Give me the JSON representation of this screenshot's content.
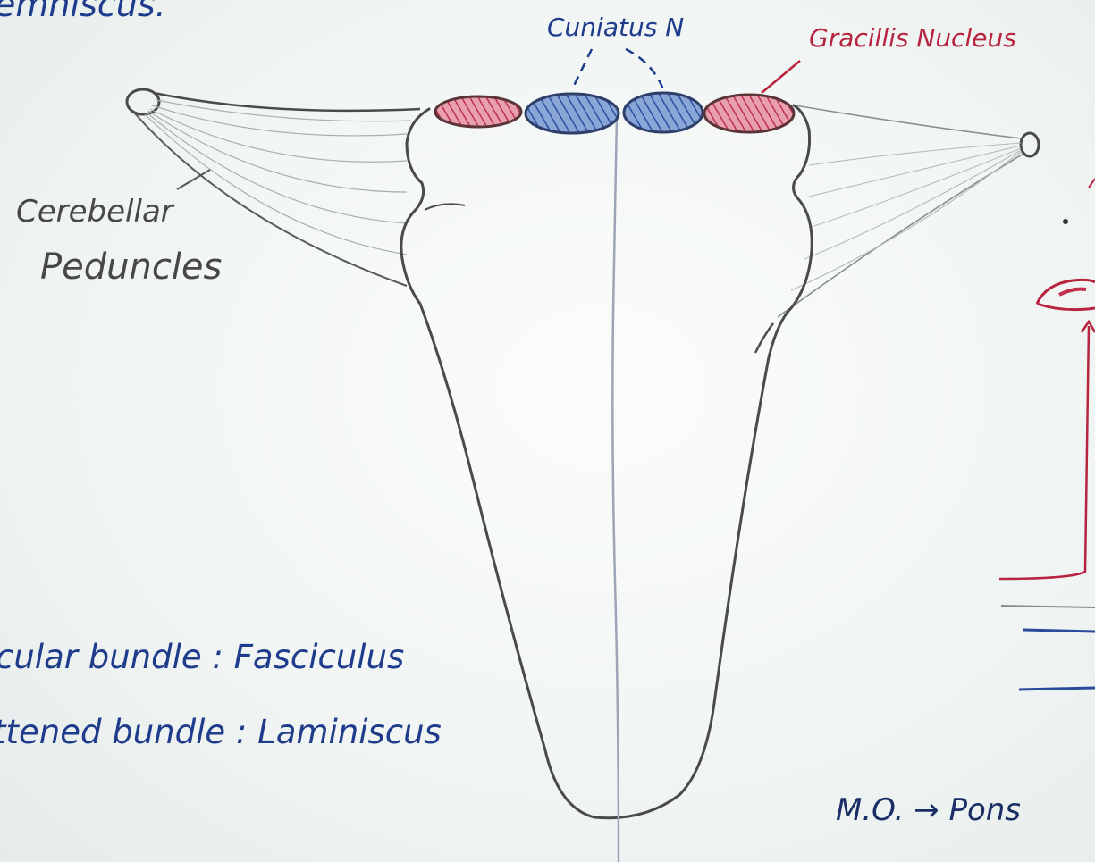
{
  "labels": {
    "top_fragment": "emniscus.",
    "cuneatus": "Cuniatus N",
    "gracilis": "Gracillis Nucleus",
    "cerebellar_line1": "Cerebellar",
    "cerebellar_line2": "Peduncles",
    "note1": "cular bundle : Fasciculus",
    "note2": "ttened bundle : Laminiscus",
    "mo_pons": "M.O. → Pons"
  },
  "colors": {
    "pencil": "#474747",
    "blue_ink": "#1e3b8c",
    "red_ink": "#b8243f",
    "paper": "#f3f6f4"
  }
}
